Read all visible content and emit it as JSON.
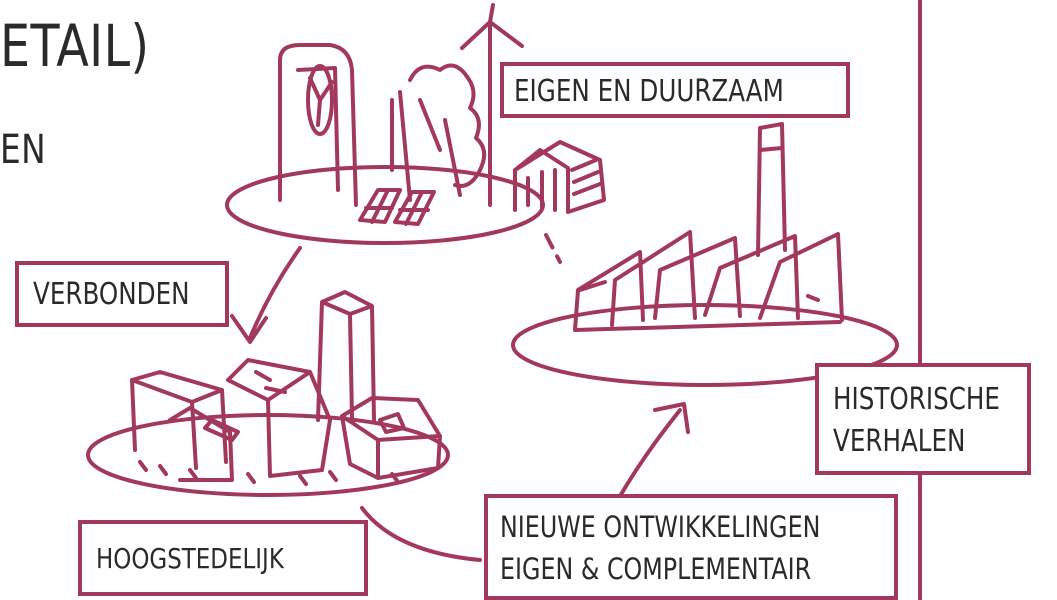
{
  "header": {
    "title_partial": "ETAIL)",
    "subtitle_partial": "EN"
  },
  "labels": {
    "eigen_duurzaam": "EIGEN EN DUURZAAM",
    "verbonden": "VERBONDEN",
    "historische_line1": "HISTORISCHE",
    "historische_line2": "VERHALEN",
    "hoogstedelijk": "HOOGSTEDELIJK",
    "nieuwe_line1": "NIEUWE ONTWIKKELINGEN",
    "nieuwe_line2": "EIGEN & COMPLEMENTAIR"
  },
  "colors": {
    "accent": "#a3385f",
    "ink": "#2a2a2a"
  }
}
